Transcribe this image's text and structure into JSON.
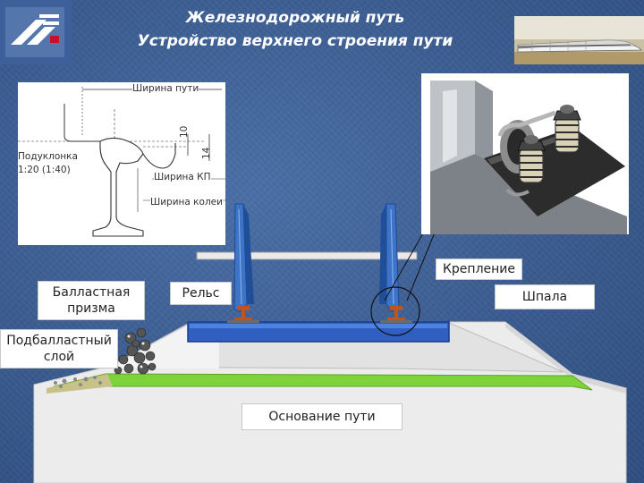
{
  "header": {
    "title_line1": "Железнодорожный путь",
    "title_line2": "Устройство верхнего строения пути"
  },
  "inset": {
    "track_width": "Ширина пути",
    "dim_10": "10",
    "dim_14": "14",
    "cant_label": "Подуклонка",
    "cant_ratio": "1:20 (1:40)",
    "kp_width": "Ширина КП",
    "rut_width": "Ширина колеи"
  },
  "labels": {
    "fastening": "Крепление",
    "ballast_prism": "Балластная призма",
    "rail": "Рельс",
    "sleeper": "Шпала",
    "subballast": "Подбалластный слой",
    "subgrade": "Основание пути"
  },
  "colors": {
    "background": "#3b5f94",
    "sleeper": "#2f5fc0",
    "grass": "#7fd33a",
    "embankment": "#ececec"
  }
}
